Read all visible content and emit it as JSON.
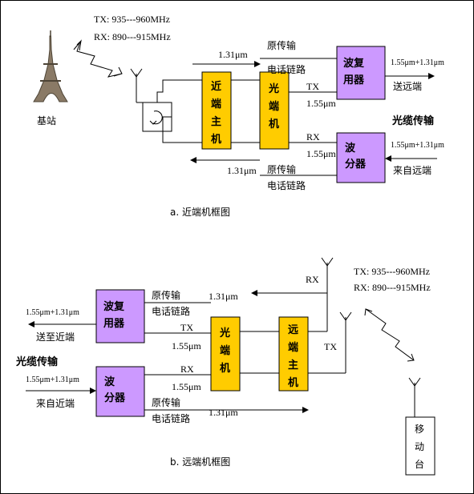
{
  "colors": {
    "host_box": "#ffcc00",
    "mux_box": "#cc99ff",
    "line": "#000000"
  },
  "icons": {
    "base_station": "eiffel-tower-icon",
    "circulator": "circulator-icon",
    "antenna": "antenna-icon",
    "wireless": "lightning-link-icon"
  },
  "near": {
    "freq_tx": "TX: 935---960MHz",
    "freq_rx": "RX: 890---915MHz",
    "base_station_label": "基站",
    "near_host": [
      "近",
      "端",
      "主",
      "机"
    ],
    "optical_unit": [
      "光",
      "端",
      "机"
    ],
    "mux": [
      "波复",
      "用器"
    ],
    "demux": [
      "波",
      "分器"
    ],
    "wl_131_top": "1.31μm",
    "wl_131_bottom": "1.31μm",
    "original_tx_top": "原传输",
    "phone_link_top": "电话链路",
    "original_tx_bottom": "原传输",
    "phone_link_bottom": "电话链路",
    "tx": "TX",
    "rx": "RX",
    "wl_155_tx": "1.55μm",
    "wl_155_rx": "1.55μm",
    "combo_out": "1.55μm+1.31μm",
    "to_remote": "送远端",
    "fiber_transmission": "光缆传输",
    "combo_in": "1.55μm+1.31μm",
    "from_remote": "来自远端",
    "caption": "a.  近端机框图"
  },
  "far": {
    "rx": "RX",
    "freq_tx": "TX: 935---960MHz",
    "freq_rx": "RX: 890---915MHz",
    "original_tx_top": "原传输",
    "phone_link_top": "电话链路",
    "wl_131_top": "1.31μm",
    "mux": [
      "波复",
      "用器"
    ],
    "combo_out": "1.55μm+1.31μm",
    "to_near": "送至近端",
    "tx_left": "TX",
    "wl_155_tx": "1.55μm",
    "optical_unit": [
      "光",
      "端",
      "机"
    ],
    "remote_host": [
      "远",
      "端",
      "主",
      "机"
    ],
    "tx_right": "TX",
    "fiber_transmission": "光缆传输",
    "combo_in": "1.55μm+1.31μm",
    "from_near": "来自近端",
    "demux": [
      "波",
      "分器"
    ],
    "rx_left": "RX",
    "wl_155_rx": "1.55μm",
    "original_tx_bottom": "原传输",
    "phone_link_bottom": "电话链路",
    "wl_131_bottom": "1.31μm",
    "mobile_station": [
      "移",
      "动",
      "台"
    ],
    "caption": "b.  远端机框图"
  }
}
